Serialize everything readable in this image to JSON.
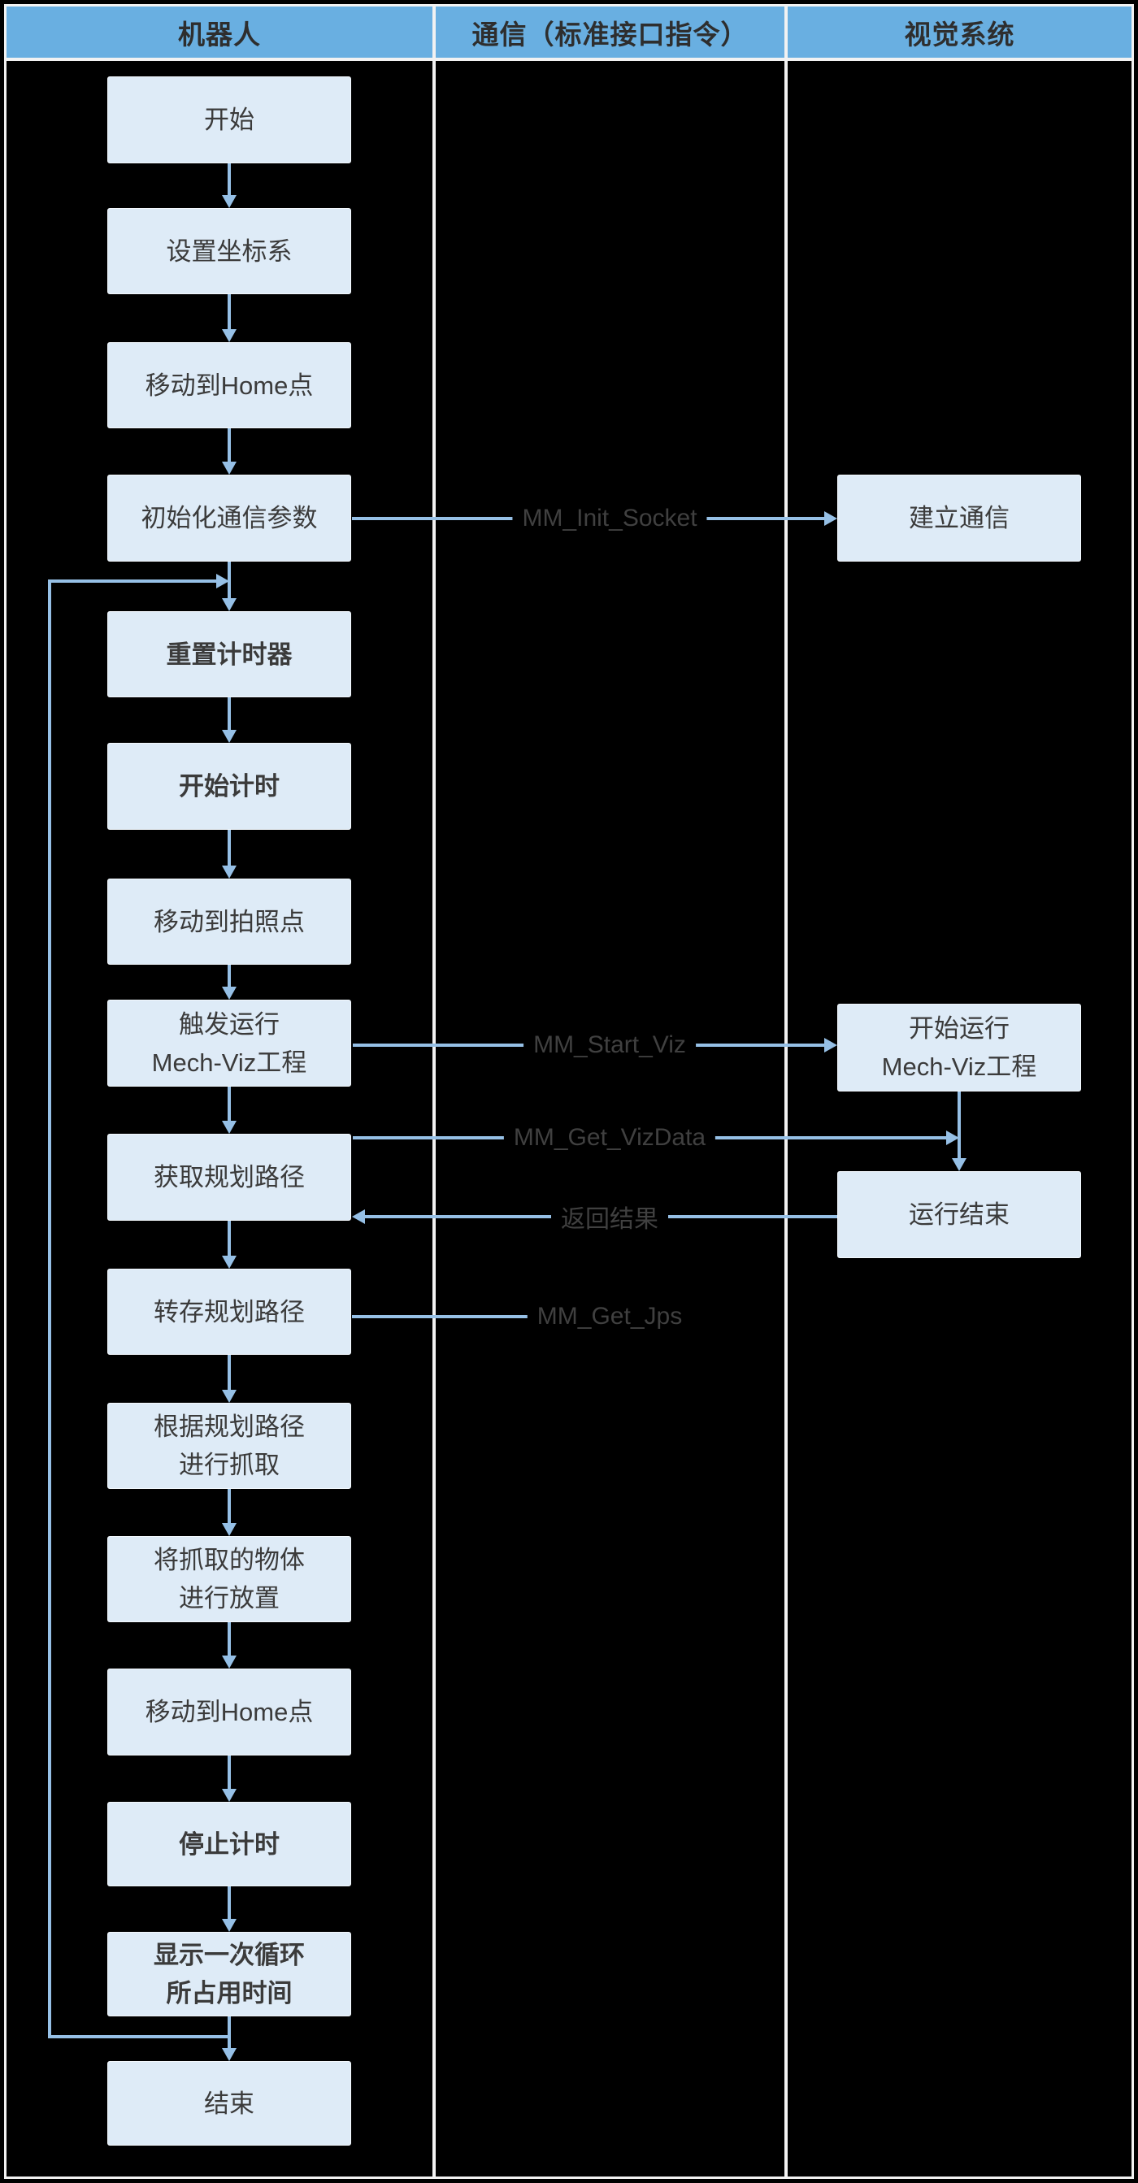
{
  "colors": {
    "background": "#000000",
    "grid_lines": "#F2F2F2",
    "lane_header_fill": "#69AFE1",
    "node_fill": "#DEEBF7",
    "arrow": "#96C0E6",
    "node_text": "#3B3B3B",
    "message_text": "#404040"
  },
  "lanes": {
    "robot": {
      "header": "机器人",
      "steps": [
        {
          "lines": [
            "开始"
          ]
        },
        {
          "lines": [
            "设置坐标系"
          ]
        },
        {
          "lines": [
            "移动到Home点"
          ]
        },
        {
          "lines": [
            "初始化通信参数"
          ]
        },
        {
          "lines": [
            "重置计时器"
          ],
          "bold": true
        },
        {
          "lines": [
            "开始计时"
          ],
          "bold": true
        },
        {
          "lines": [
            "移动到拍照点"
          ]
        },
        {
          "lines": [
            "触发运行",
            "Mech-Viz工程"
          ]
        },
        {
          "lines": [
            "获取规划路径"
          ]
        },
        {
          "lines": [
            "转存规划路径"
          ]
        },
        {
          "lines": [
            "根据规划路径",
            "进行抓取"
          ]
        },
        {
          "lines": [
            "将抓取的物体",
            "进行放置"
          ]
        },
        {
          "lines": [
            "移动到Home点"
          ]
        },
        {
          "lines": [
            "停止计时"
          ],
          "bold": true
        },
        {
          "lines": [
            "显示一次循环",
            "所占用时间"
          ],
          "bold": true
        },
        {
          "lines": [
            "结束"
          ]
        }
      ]
    },
    "comm": {
      "header": "通信（标准接口指令）",
      "messages": {
        "init_socket": "MM_Init_Socket",
        "start_viz": "MM_Start_Viz",
        "get_vizdata": "MM_Get_VizData",
        "return_result": "返回结果",
        "get_jps": "MM_Get_Jps"
      }
    },
    "vision": {
      "header": "视觉系统",
      "steps": [
        {
          "lines": [
            "建立通信"
          ]
        },
        {
          "lines": [
            "开始运行",
            "Mech-Viz工程"
          ]
        },
        {
          "lines": [
            "运行结束"
          ]
        }
      ]
    }
  }
}
